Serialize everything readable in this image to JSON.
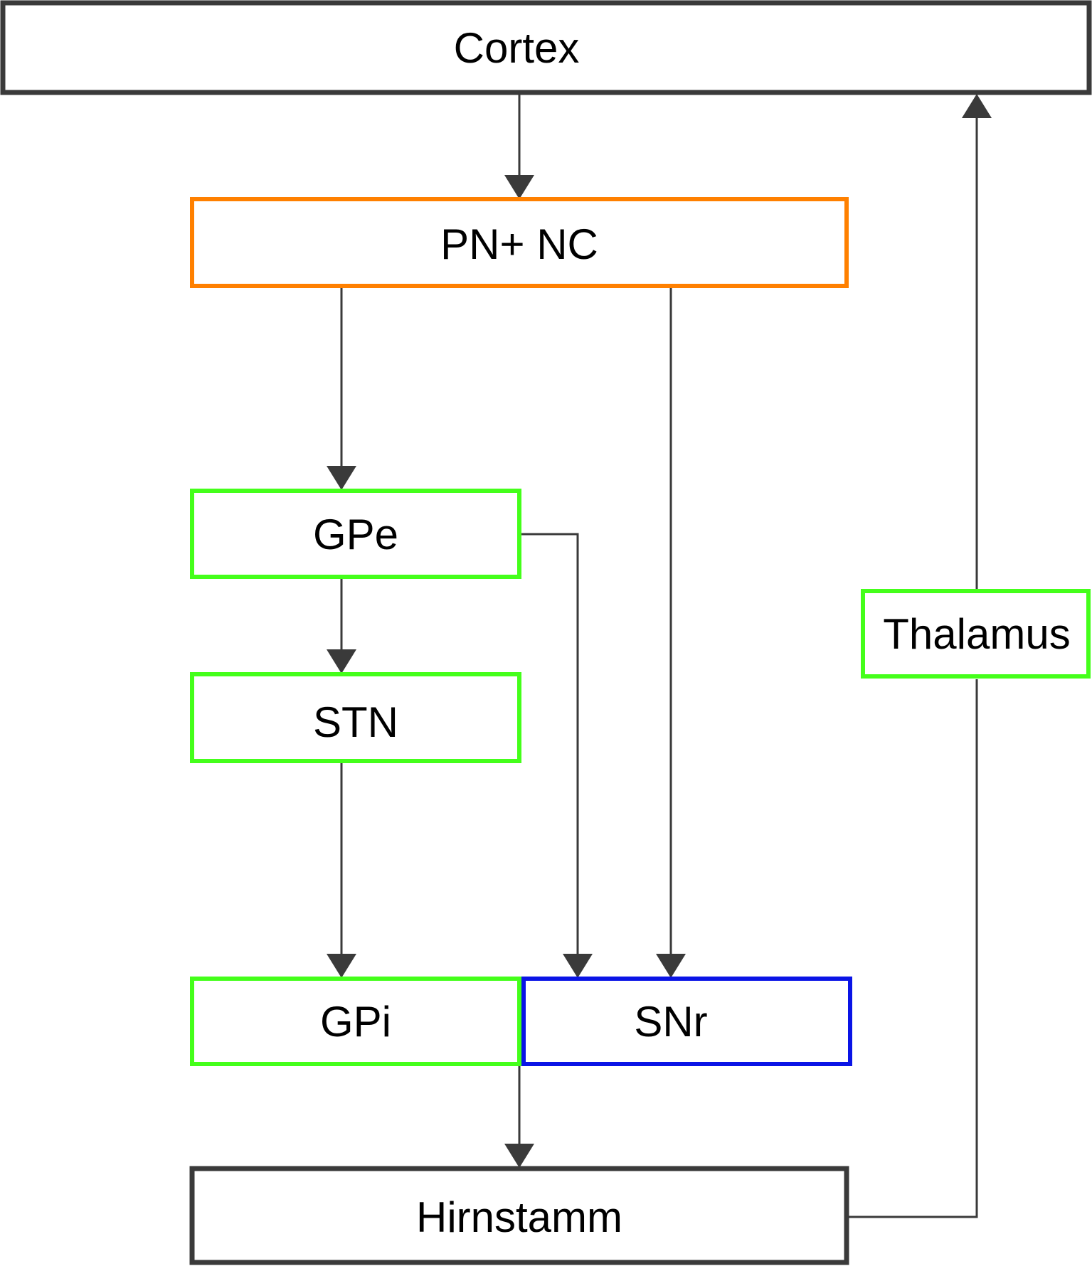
{
  "colors": {
    "default_border": "#3a3a3a",
    "striatum": "#ff8000",
    "green": "#44ff1a",
    "snr": "#0a14e6",
    "connector": "#3a3a3a",
    "text": "#000000"
  },
  "nodes": {
    "cortex": "Cortex",
    "striatum": "PN+ NC",
    "gpe": "GPe",
    "stn": "STN",
    "gpi": "GPi",
    "snr": "SNr",
    "brainstem": "Hirnstamm",
    "thalamus": "Thalamus"
  }
}
